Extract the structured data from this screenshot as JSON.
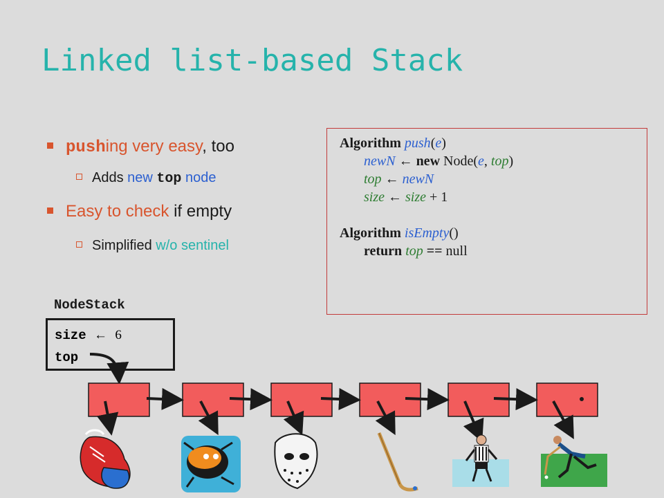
{
  "slide": {
    "title": "Linked list-based Stack",
    "bullets": {
      "b1_code": "push",
      "b1_rest": "ing very easy",
      "b1_tail": ", too",
      "b1_sub_prefix": "Adds ",
      "b1_sub_new": "new ",
      "b1_sub_top": "top",
      "b1_sub_node": " node",
      "b2_main": "Easy to check",
      "b2_rest": " if empty",
      "b2_sub_prefix": "Simplified ",
      "b2_sub_cyan": "w/o sentinel"
    },
    "algorithm": {
      "l1_kw": "Algorithm",
      "l1_name": "push",
      "l1_param": "e",
      "l2_var": "newN",
      "l2_arrow": "←",
      "l2_kw": "new",
      "l2_ctor": "Node(",
      "l2_e": "e",
      "l2_comma": ", ",
      "l2_top": "top",
      "l2_close": ")",
      "l3_top": "top",
      "l3_arrow": "←",
      "l3_newN": "newN",
      "l4_size": "size",
      "l4_arrow": "←",
      "l4_size2": "size",
      "l4_plus": " + 1",
      "l5_kw": "Algorithm",
      "l5_name": "isEmpty",
      "l5_parens": "()",
      "l6_kw": "return",
      "l6_top": "top",
      "l6_eq": " == ",
      "l6_null": "null"
    },
    "nodestack": {
      "label": "NodeStack",
      "size_label": "size",
      "arrow": "←",
      "size_value": "6",
      "top_label": "top"
    },
    "colors": {
      "background": "#dcdcdc",
      "title": "#26b3ab",
      "accent_orange": "#d8552e",
      "accent_blue": "#2b5fd0",
      "node_fill": "#f25c5c"
    },
    "node_count": 6,
    "element_icons": [
      "boxing-glove-icon",
      "hockey-puck-icon",
      "goalie-mask-icon",
      "hockey-stick-icon",
      "referee-icon",
      "field-hockey-player-icon"
    ]
  }
}
